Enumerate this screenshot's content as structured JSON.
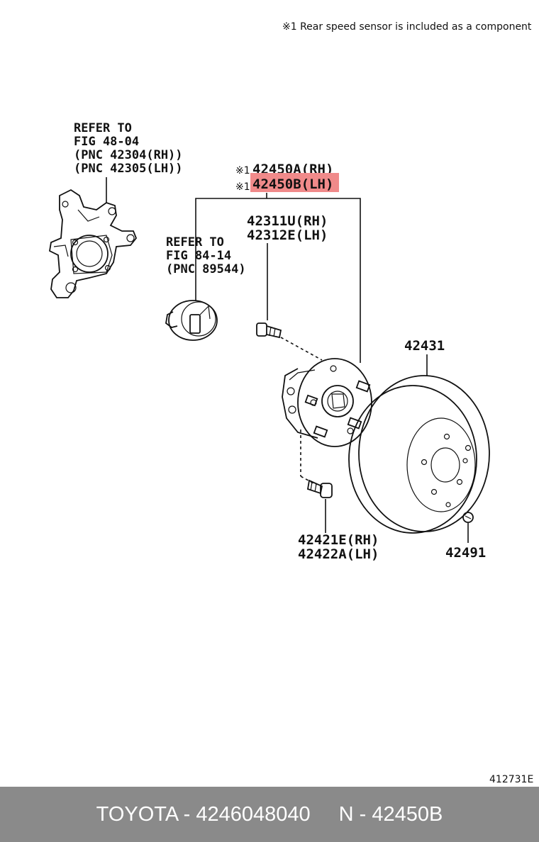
{
  "diagram": {
    "note": "※1 Rear speed sensor is included as a component",
    "refer_knuckle": [
      "REFER TO",
      "FIG 48-04",
      "(PNC 42304(RH))",
      "(PNC 42305(LH))"
    ],
    "refer_sensor": [
      "REFER TO",
      "FIG 84-14",
      "(PNC 89544)"
    ],
    "hub_marker_1": "※1",
    "hub_part_rh": "42450A(RH)",
    "hub_marker_2": "※1",
    "hub_part_lh": "42450B(LH)",
    "bolt_rh": "42311U(RH)",
    "bolt_lh": "42312E(LH)",
    "disc": "42431",
    "mount_bolt_rh": "42421E(RH)",
    "mount_bolt_lh": "42422A(LH)",
    "screw": "42491",
    "figure_id": "412731E",
    "highlight_color": "#f08a8a"
  },
  "footer": {
    "brand_part": "TOYOTA - 4246048040",
    "pnc": "N - 42450B"
  }
}
